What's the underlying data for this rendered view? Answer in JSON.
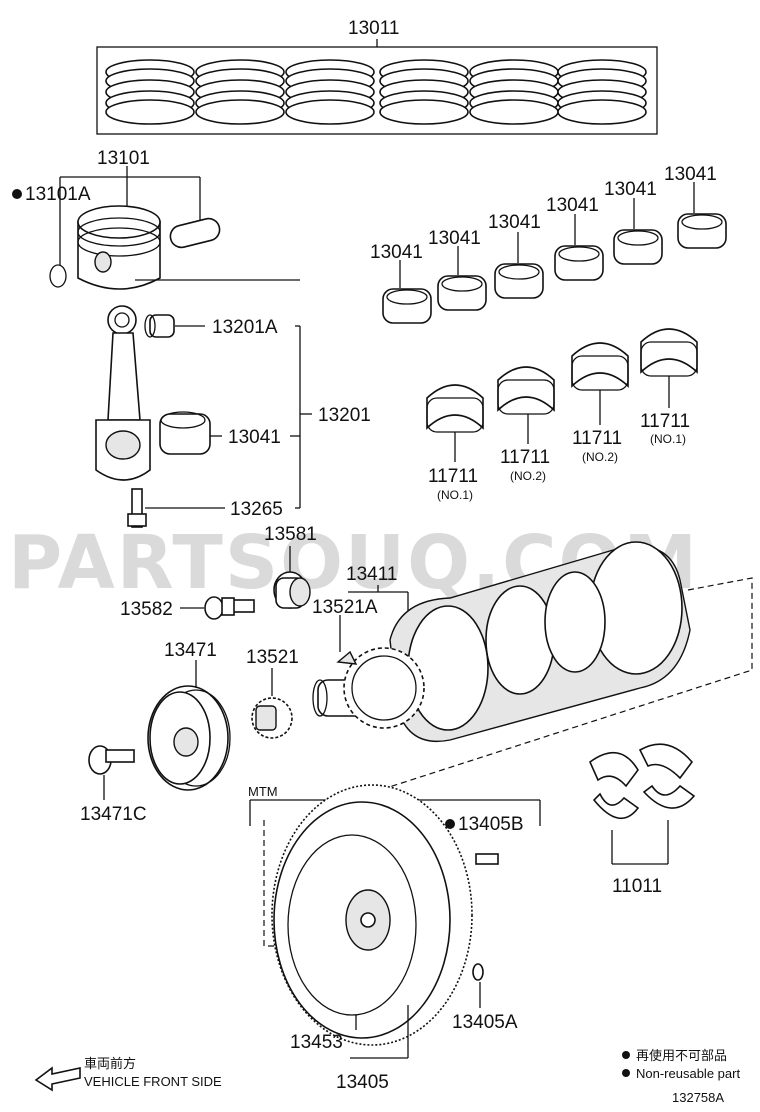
{
  "parts": {
    "p13011": "13011",
    "p13101": "13101",
    "p13101A": "13101A",
    "p13201A": "13201A",
    "p13201": "13201",
    "p13041": "13041",
    "p13265": "13265",
    "p11711": "11711",
    "no1": "(NO.1)",
    "no2": "(NO.2)",
    "p13581": "13581",
    "p13411": "13411",
    "p13582": "13582",
    "p13521A": "13521A",
    "p13471": "13471",
    "p13521": "13521",
    "p13471C": "13471C",
    "mtm": "MTM",
    "p13405B": "13405B",
    "p11011": "11011",
    "p13453": "13453",
    "p13405A": "13405A",
    "p13405": "13405"
  },
  "legend": {
    "direction_jp": "車両前方",
    "direction_en": "VEHICLE FRONT SIDE",
    "nonreusable_jp": "再使用不可部品",
    "nonreusable_en": "Non-reusable part"
  },
  "figure_id": "132758A",
  "watermark": "PARTSOUQ.COM"
}
